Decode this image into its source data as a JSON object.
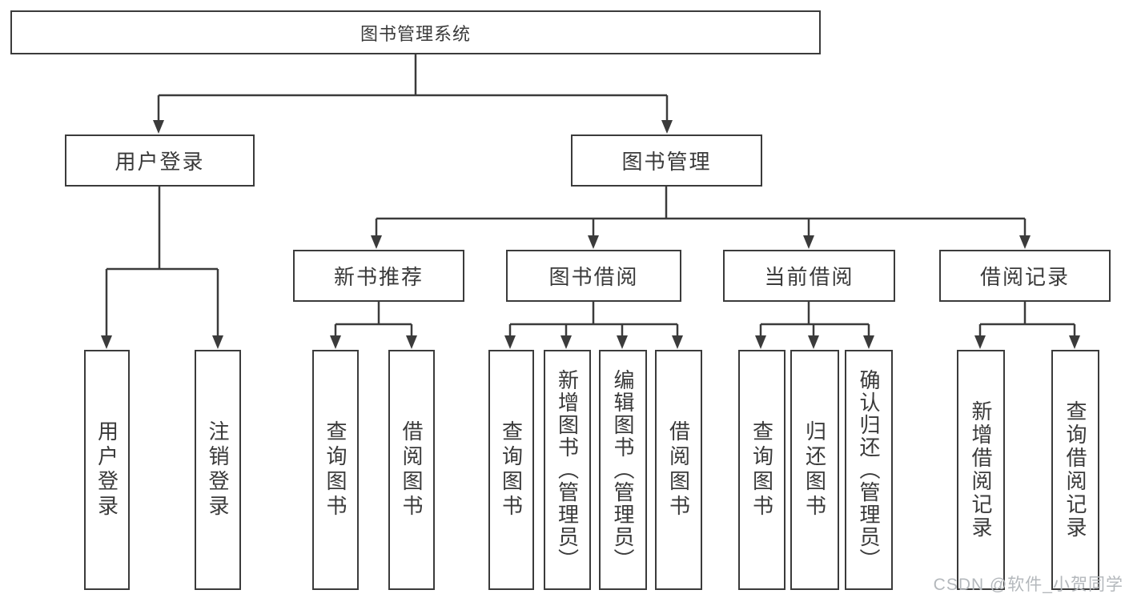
{
  "diagram_title": "图书管理系统",
  "nodes": [
    {
      "id": "root",
      "label": "图书管理系统",
      "parent": null,
      "level": 1
    },
    {
      "id": "user-login",
      "label": "用户登录",
      "parent": "root",
      "level": 2
    },
    {
      "id": "book-management",
      "label": "图书管理",
      "parent": "root",
      "level": 2
    },
    {
      "id": "new-book-rec",
      "label": "新书推荐",
      "parent": "book-management",
      "level": 3
    },
    {
      "id": "book-borrowing",
      "label": "图书借阅",
      "parent": "book-management",
      "level": 3
    },
    {
      "id": "current-borrowing",
      "label": "当前借阅",
      "parent": "book-management",
      "level": 3
    },
    {
      "id": "borrowing-records",
      "label": "借阅记录",
      "parent": "book-management",
      "level": 3
    },
    {
      "id": "leaf-user-login",
      "label": "用户登录",
      "parent": "user-login",
      "level": 4
    },
    {
      "id": "leaf-logout",
      "label": "注销登录",
      "parent": "user-login",
      "level": 4
    },
    {
      "id": "leaf-query-books-a",
      "label": "查询图书",
      "parent": "new-book-rec",
      "level": 4
    },
    {
      "id": "leaf-borrow-books-a",
      "label": "借阅图书",
      "parent": "new-book-rec",
      "level": 4
    },
    {
      "id": "leaf-query-books-b",
      "label": "查询图书",
      "parent": "book-borrowing",
      "level": 4
    },
    {
      "id": "leaf-add-book",
      "label": "新增图书（管理员）",
      "parent": "book-borrowing",
      "level": 4
    },
    {
      "id": "leaf-edit-book",
      "label": "编辑图书（管理员）",
      "parent": "book-borrowing",
      "level": 4
    },
    {
      "id": "leaf-borrow-books-b",
      "label": "借阅图书",
      "parent": "book-borrowing",
      "level": 4
    },
    {
      "id": "leaf-query-books-c",
      "label": "查询图书",
      "parent": "current-borrowing",
      "level": 4
    },
    {
      "id": "leaf-return-book",
      "label": "归还图书",
      "parent": "current-borrowing",
      "level": 4
    },
    {
      "id": "leaf-confirm-return",
      "label": "确认归还（管理员）",
      "parent": "current-borrowing",
      "level": 4
    },
    {
      "id": "leaf-add-record",
      "label": "新增借阅记录",
      "parent": "borrowing-records",
      "level": 4
    },
    {
      "id": "leaf-query-record",
      "label": "查询借阅记录",
      "parent": "borrowing-records",
      "level": 4
    }
  ],
  "watermark": {
    "text": "CSDN @软件_小贺同学"
  },
  "colors": {
    "line": "#3b3b3b",
    "text": "#3a3a3a",
    "bg": "#ffffff",
    "watermark": "#b4b8bc"
  }
}
